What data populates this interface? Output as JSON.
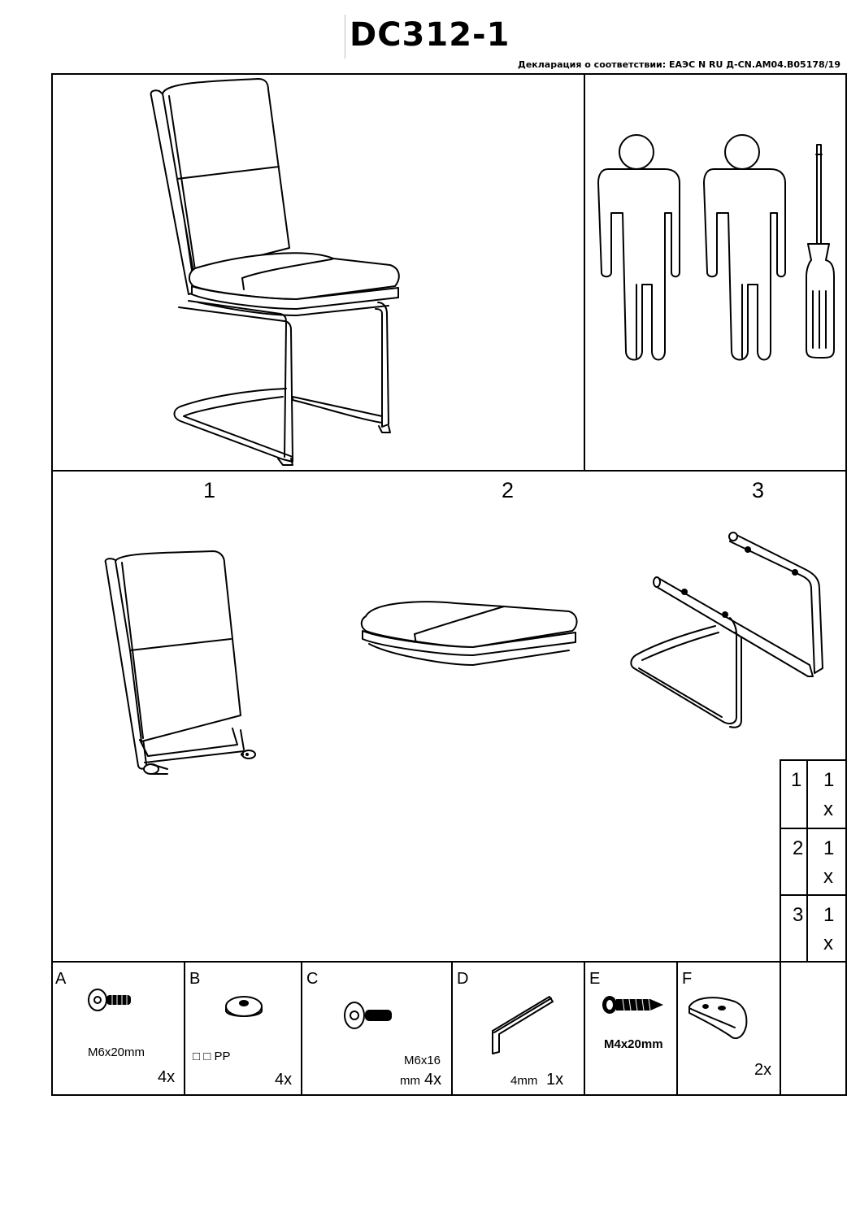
{
  "header": {
    "model": "DC312-1",
    "declaration": "Декларация о соответствии: ЕАЭС N RU Д-CN.АМ04.В05178/19"
  },
  "steps": [
    {
      "number": "1"
    },
    {
      "number": "2"
    },
    {
      "number": "3"
    }
  ],
  "parts_table": [
    {
      "part": "1",
      "qty_num": "1",
      "qty_x": "x"
    },
    {
      "part": "2",
      "qty_num": "1",
      "qty_x": "x"
    },
    {
      "part": "3",
      "qty_num": "1",
      "qty_x": "x"
    }
  ],
  "hardware": [
    {
      "letter": "A",
      "spec": "M6x20mm",
      "qty": "4x",
      "icon": "bolt-icon"
    },
    {
      "letter": "B",
      "spec": "□ □ PP",
      "qty": "4x",
      "icon": "washer-icon"
    },
    {
      "letter": "C",
      "spec_line1": "M6x16",
      "spec_line2": "mm",
      "qty": "4x",
      "icon": "bolt-icon"
    },
    {
      "letter": "D",
      "spec": "4mm",
      "qty": "1x",
      "icon": "hex-key-icon"
    },
    {
      "letter": "E",
      "spec": "M4x20mm",
      "icon": "screw-icon"
    },
    {
      "letter": "F",
      "qty": "2x",
      "icon": "foot-glide-icon"
    }
  ]
}
